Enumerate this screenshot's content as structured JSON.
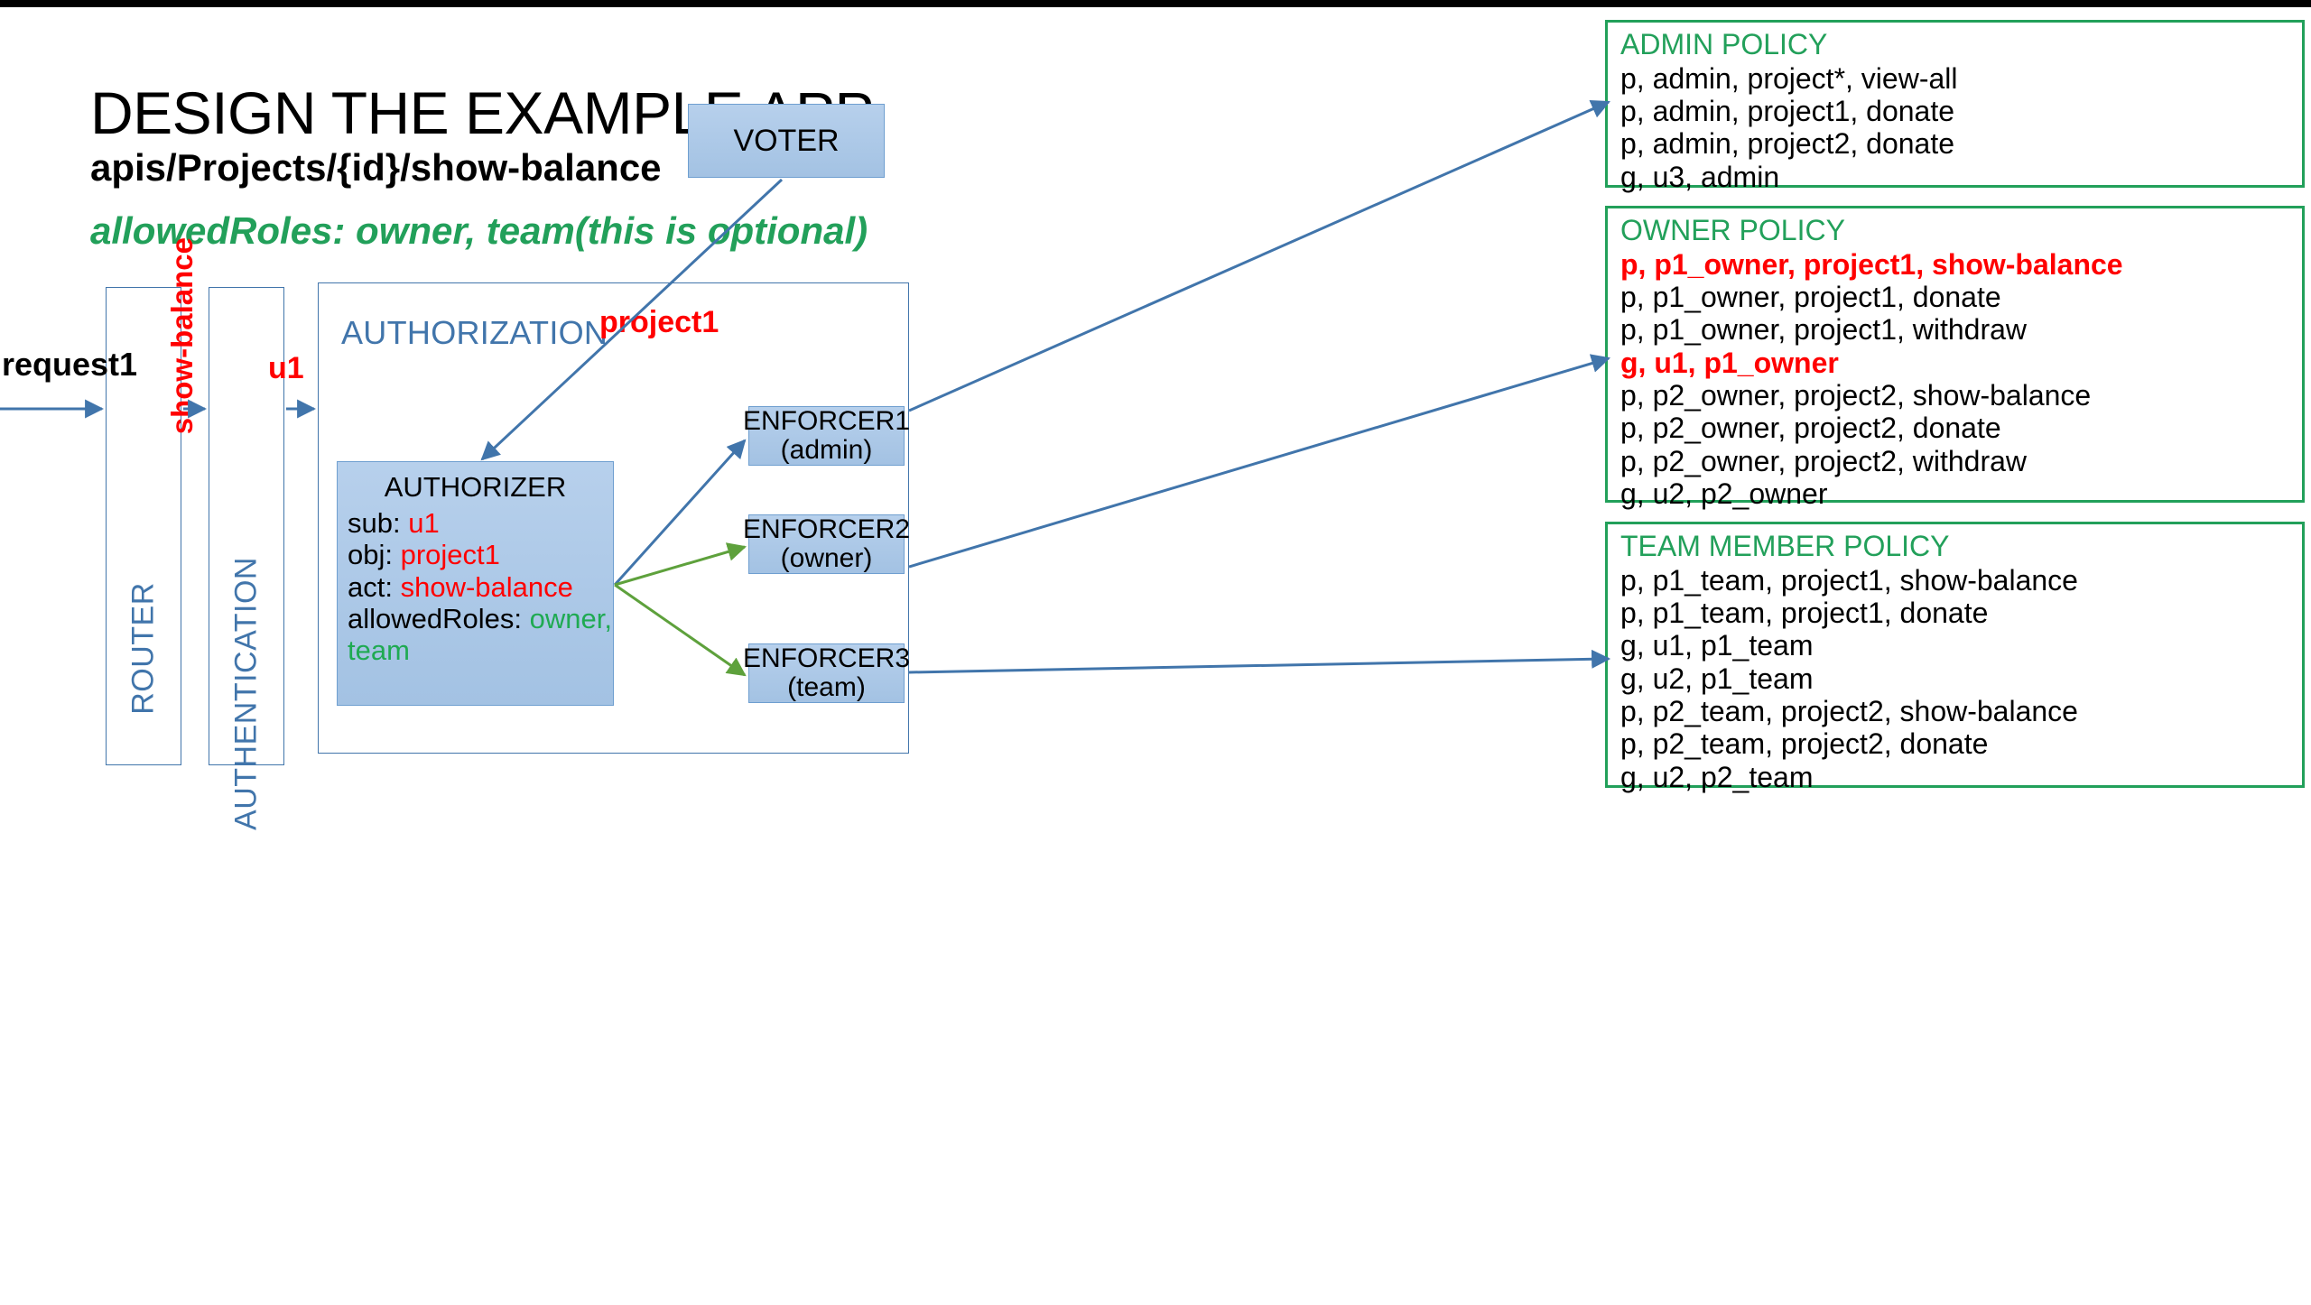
{
  "title": {
    "heading": "DESIGN THE EXAMPLE APP",
    "api_path": "apis/Projects/{id}/show-balance",
    "allowed_roles_note": "allowedRoles: owner, team(this is optional)"
  },
  "colors": {
    "box_fill": "#a9c6e8",
    "box_border": "#6f9fd0",
    "blue_line": "#4175ab",
    "green_line": "#5ea13c",
    "policy_border": "#22a05a",
    "policy_title": "#22a05a",
    "highlight_red": "#ff0000",
    "highlight_green": "#1faa52"
  },
  "pipeline": {
    "request_label": "request1",
    "router_label": "ROUTER",
    "show_balance_label": "show-balance",
    "authentication_label": "AUTHENTICATION",
    "u1_label": "u1"
  },
  "authorization": {
    "container_label": "AUTHORIZATION",
    "project_label": "project1",
    "voter_label": "VOTER",
    "authorizer": {
      "title": "AUTHORIZER",
      "fields": [
        {
          "key": "sub: ",
          "value": "u1",
          "value_color": "red"
        },
        {
          "key": "obj: ",
          "value": "project1",
          "value_color": "red"
        },
        {
          "key": "act: ",
          "value": "show-balance",
          "value_color": "red"
        },
        {
          "key": "allowedRoles: ",
          "value": "owner,",
          "value_color": "green"
        },
        {
          "key": "",
          "value": "team",
          "value_color": "green"
        }
      ]
    },
    "enforcers": [
      {
        "name": "ENFORCER1",
        "role": "(admin)"
      },
      {
        "name": "ENFORCER2",
        "role": "(owner)"
      },
      {
        "name": "ENFORCER3",
        "role": "(team)"
      }
    ]
  },
  "policies": [
    {
      "title": "ADMIN POLICY",
      "lines": [
        {
          "text": "p, admin, project*, view-all",
          "highlight": false
        },
        {
          "text": "p, admin, project1, donate",
          "highlight": false
        },
        {
          "text": "p, admin, project2, donate",
          "highlight": false
        },
        {
          "text": "g, u3, admin",
          "highlight": false
        }
      ]
    },
    {
      "title": "OWNER POLICY",
      "lines": [
        {
          "text": "p, p1_owner, project1, show-balance",
          "highlight": true
        },
        {
          "text": "p, p1_owner, project1, donate",
          "highlight": false
        },
        {
          "text": "p, p1_owner, project1, withdraw",
          "highlight": false
        },
        {
          "text": "g, u1, p1_owner",
          "highlight": true
        },
        {
          "text": "p, p2_owner, project2, show-balance",
          "highlight": false
        },
        {
          "text": "p, p2_owner, project2, donate",
          "highlight": false
        },
        {
          "text": "p, p2_owner, project2, withdraw",
          "highlight": false
        },
        {
          "text": "g, u2, p2_owner",
          "highlight": false
        }
      ]
    },
    {
      "title": "TEAM MEMBER POLICY",
      "lines": [
        {
          "text": "p, p1_team, project1, show-balance",
          "highlight": false
        },
        {
          "text": "p, p1_team, project1, donate",
          "highlight": false
        },
        {
          "text": "g, u1, p1_team",
          "highlight": false
        },
        {
          "text": "g, u2, p1_team",
          "highlight": false
        },
        {
          "text": "p, p2_team, project2, show-balance",
          "highlight": false
        },
        {
          "text": "p, p2_team, project2, donate",
          "highlight": false
        },
        {
          "text": "g, u2, p2_team",
          "highlight": false
        }
      ]
    }
  ]
}
